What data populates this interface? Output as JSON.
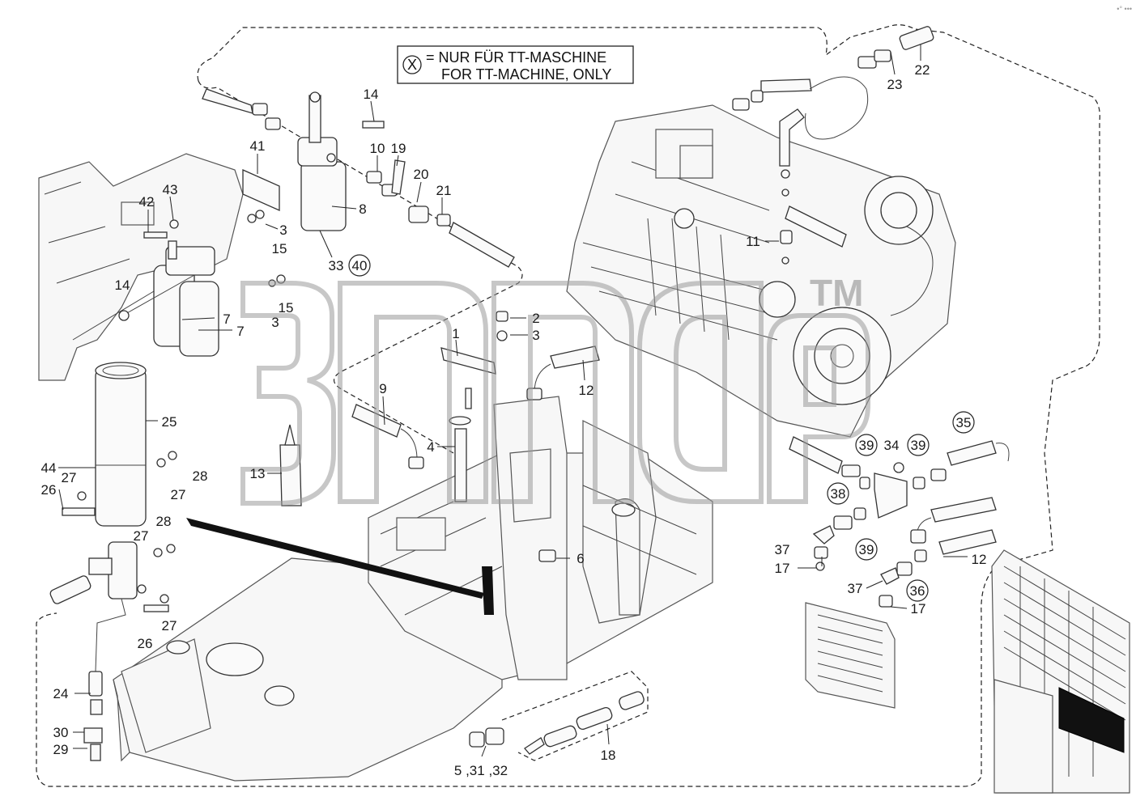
{
  "legend": {
    "symbol": "X",
    "line1": "= NUR FÜR TT-MASCHINE",
    "line2": "FOR TT-MACHINE, ONLY"
  },
  "watermark": {
    "text": "3nd",
    "trademark": "TM"
  },
  "corner_mark": "•° •••",
  "labels": {
    "l14a": "14",
    "l41": "41",
    "l10": "10",
    "l19": "19",
    "l20": "20",
    "l21": "21",
    "l42": "42",
    "l43": "43",
    "l8": "8",
    "l3a": "3",
    "l15a": "15",
    "l33": "33",
    "l40": "40",
    "l14b": "14",
    "l7a": "7",
    "l7b": "7",
    "l15b": "15",
    "l3b": "3",
    "l22": "22",
    "l23": "23",
    "l11": "11",
    "l2": "2",
    "l3c": "3",
    "l1": "1",
    "l9": "9",
    "l12a": "12",
    "l25": "25",
    "l4": "4",
    "l13": "13",
    "l44": "44",
    "l27a": "27",
    "l26a": "26",
    "l27b": "27",
    "l28a": "28",
    "l28b": "28",
    "l27c": "27",
    "l27d": "27",
    "l26b": "26",
    "l35": "35",
    "l39a": "39",
    "l34": "34",
    "l39b": "39",
    "l38": "38",
    "l39c": "39",
    "l37a": "37",
    "l17a": "17",
    "l6": "6",
    "l12b": "12",
    "l36": "36",
    "l37b": "37",
    "l17b": "17",
    "l24": "24",
    "l30": "30",
    "l29": "29",
    "l5": "5 ,31 ,32",
    "l18": "18"
  }
}
